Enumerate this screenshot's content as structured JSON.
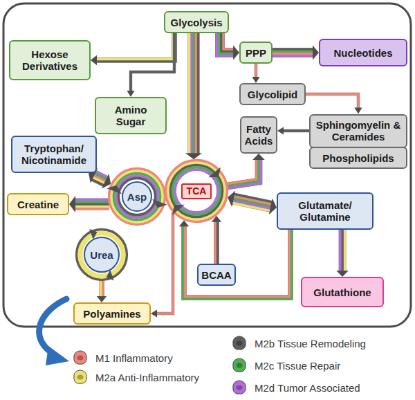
{
  "diagram": {
    "nodes": [
      {
        "text": [
          "Glycolysis"
        ]
      },
      {
        "text": [
          "Hexose Derivatives"
        ]
      },
      {
        "text": [
          "PPP"
        ]
      },
      {
        "text": [
          "Nucleotides"
        ]
      },
      {
        "text": [
          "Amino Sugar"
        ]
      },
      {
        "text": [
          "Glycolipid"
        ]
      },
      {
        "text": [
          "Fatty Acids"
        ]
      },
      {
        "text": [
          "Sphingomyelin & Ceramides"
        ]
      },
      {
        "text": [
          "Phospholipids"
        ]
      },
      {
        "text": [
          "Tryptophan/ Nicotinamide"
        ]
      },
      {
        "text": [
          "Asp"
        ]
      },
      {
        "text": [
          "TCA"
        ]
      },
      {
        "text": [
          "Creatine"
        ]
      },
      {
        "text": [
          "Glutamate/ Glutamine"
        ]
      },
      {
        "text": [
          "Urea"
        ]
      },
      {
        "text": [
          "BCAA"
        ]
      },
      {
        "text": [
          "Glutathione"
        ]
      },
      {
        "text": [
          "Polyamines"
        ]
      }
    ],
    "edges": [
      {
        "from": 0,
        "to": 11,
        "arrow": "to"
      },
      {
        "from": 0,
        "to": 2,
        "arrow": "to"
      },
      {
        "from": 2,
        "to": 3,
        "arrow": "to"
      },
      {
        "from": 0,
        "to": 1,
        "arrow": "to"
      },
      {
        "from": 0,
        "to": 4,
        "arrow": "to"
      },
      {
        "from": 2,
        "to": 5,
        "arrow": "to"
      },
      {
        "from": 5,
        "to": 7,
        "arrow": "to"
      },
      {
        "from": 7,
        "to": 6,
        "arrow": "to"
      },
      {
        "from": 11,
        "to": 6,
        "arrow": "to"
      },
      {
        "from": 11,
        "to": 13,
        "arrow": "both"
      },
      {
        "from": 13,
        "to": 16,
        "arrow": "to"
      },
      {
        "from": 13,
        "to": 11,
        "arrow": "to"
      },
      {
        "from": 15,
        "to": 11,
        "arrow": "to"
      },
      {
        "from": 11,
        "to": 17,
        "arrow": "to"
      },
      {
        "from": 14,
        "to": 17,
        "arrow": "to"
      },
      {
        "from": 9,
        "to": 10,
        "arrow": "both"
      },
      {
        "from": 10,
        "to": 12,
        "arrow": "to"
      }
    ],
    "legend": [
      {
        "text": "M1 Inflammatory",
        "color": "#f0857a"
      },
      {
        "text": "M2a Anti-Inflammatory",
        "color": "#ece46e"
      },
      {
        "text": "M2b Tissue Remodeling",
        "color": "#5e5e5e"
      },
      {
        "text": "M2c Tissue Repair",
        "color": "#4caf50"
      },
      {
        "text": "M2d Tumor Associated",
        "color": "#b36be0"
      }
    ]
  }
}
